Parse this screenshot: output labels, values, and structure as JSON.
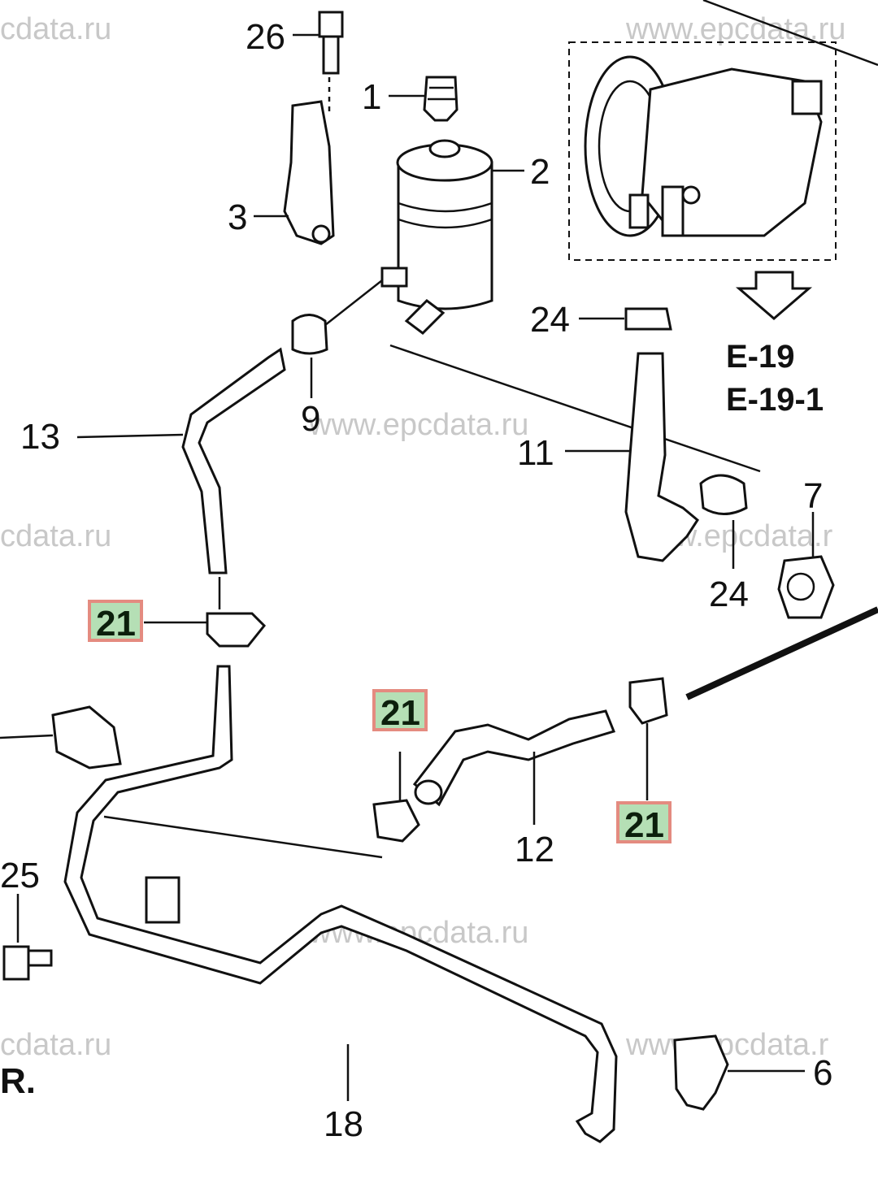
{
  "watermark": "www.epcdata.ru",
  "watermark_partial": "cdata.ru",
  "watermark_fragment": "www.epcdata.r",
  "callouts": {
    "c26": "26",
    "c1": "1",
    "c2": "2",
    "c3": "3",
    "c24a": "24",
    "c24b": "24",
    "c13": "13",
    "c9": "9",
    "c11": "11",
    "c7": "7",
    "c12": "12",
    "c25": "25",
    "c18": "18",
    "c6": "6"
  },
  "highlighted": {
    "h1": "21",
    "h2": "21",
    "h3": "21"
  },
  "refs": {
    "r1": "E-19",
    "r2": "E-19-1"
  },
  "edge_fragment": "R.",
  "colors": {
    "highlight_fill": "#b5dfb5",
    "highlight_border": "#e48b80",
    "watermark": "#c8c8c8"
  }
}
